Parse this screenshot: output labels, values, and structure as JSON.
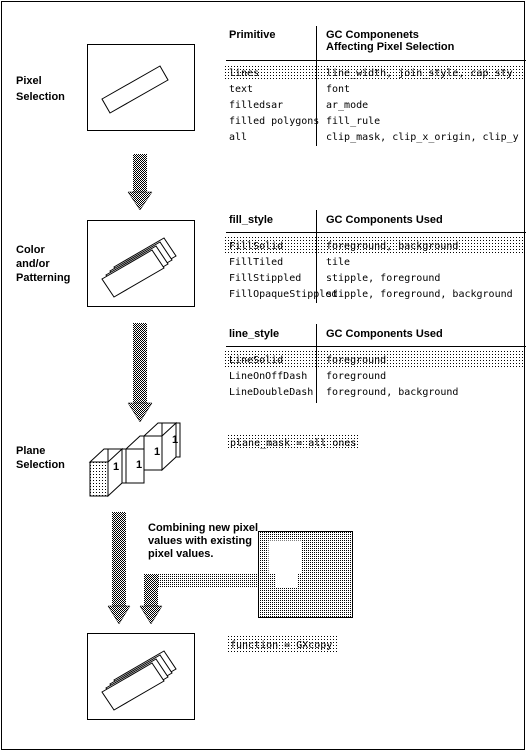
{
  "stages": {
    "pixel_selection": "Pixel\nSelection",
    "color_patterning": "Color\nand/or\nPatterning",
    "plane_selection": "Plane\nSelection"
  },
  "table1": {
    "col1_header": "Primitive",
    "col2_header": "GC Componenets\nAffecting Pixel Selection",
    "rows": [
      [
        "lines",
        "line_width, join_style, cap_sty"
      ],
      [
        "text",
        "font"
      ],
      [
        "filledsar",
        "ar_mode"
      ],
      [
        "filled polygons",
        "fill_rule"
      ],
      [
        "all",
        "clip_mask, clip_x_origin, clip_y"
      ]
    ]
  },
  "table2": {
    "col1_header": "fill_style",
    "col2_header": "GC Components Used",
    "rows": [
      [
        "FillSolid",
        "foreground, background"
      ],
      [
        "FillTiled",
        "tile"
      ],
      [
        "FillStippled",
        "stipple, foreground"
      ],
      [
        "FillOpaqueStippled",
        "stipple, foreground, background"
      ]
    ]
  },
  "table3": {
    "col1_header": "line_style",
    "col2_header": "GC Components Used",
    "rows": [
      [
        "LineSolid",
        "foreground"
      ],
      [
        "LineOnOffDash",
        "foreground"
      ],
      [
        "LineDoubleDash",
        "foreground, background"
      ]
    ]
  },
  "plane_mask_text": "plane_mask = all ones",
  "combining_text": "Combining new pixel\nvalues with existing\npixel values.",
  "function_text": "function = GXcopy",
  "cube_labels": [
    "1",
    "1",
    "1",
    "1"
  ]
}
